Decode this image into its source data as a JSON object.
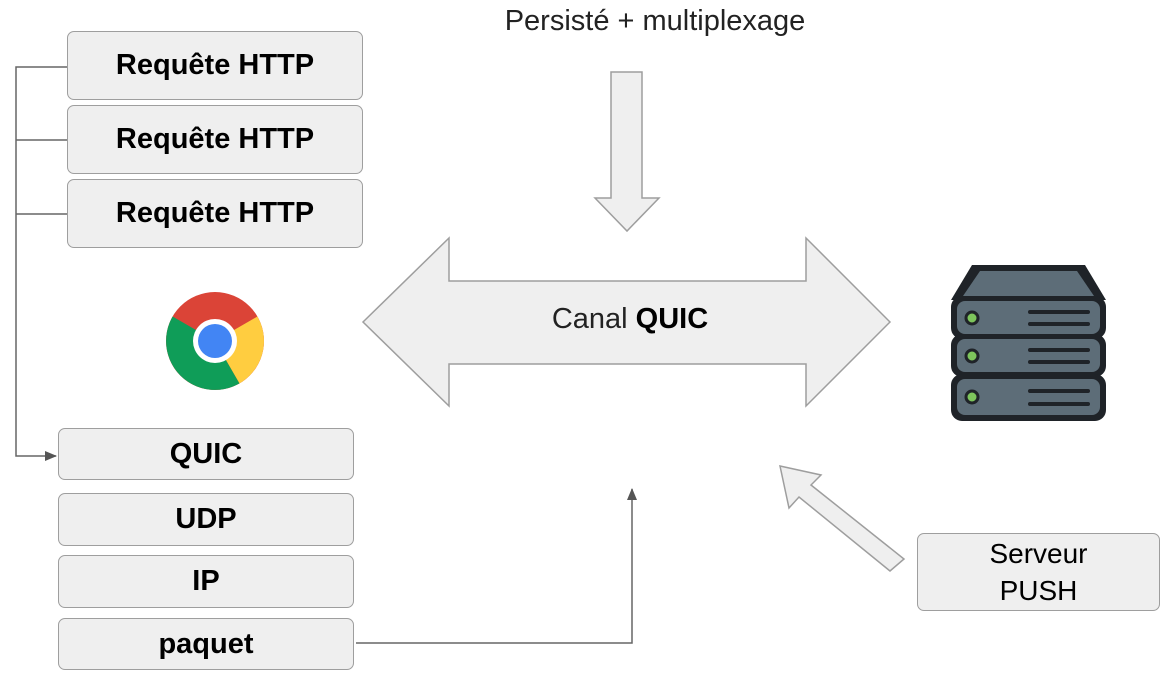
{
  "title": "Persisté + multiplexage",
  "http_requests": [
    "Requête HTTP",
    "Requête HTTP",
    "Requête HTTP"
  ],
  "stack": [
    "QUIC",
    "UDP",
    "IP",
    "paquet"
  ],
  "channel": {
    "prefix": "Canal",
    "name": "QUIC"
  },
  "push_server": {
    "line1": "Serveur",
    "line2": "PUSH"
  },
  "icons": {
    "browser": "chrome-icon",
    "server": "server-rack-icon"
  },
  "colors": {
    "box_fill": "#efefef",
    "box_border": "#9e9e9e",
    "connector": "#666666",
    "server_body": "#3a4149",
    "led": "#7dc45c"
  }
}
